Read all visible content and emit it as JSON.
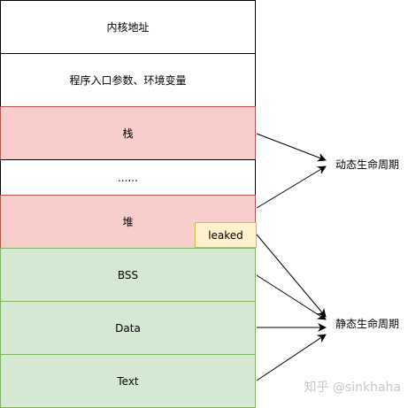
{
  "segments": [
    {
      "label": "内核地址",
      "style": "white"
    },
    {
      "label": "程序入口参数、环境变量",
      "style": "white"
    },
    {
      "label": "栈",
      "style": "red"
    },
    {
      "label": "......",
      "style": "white"
    },
    {
      "label": "堆",
      "style": "red"
    },
    {
      "label": "BSS",
      "style": "green"
    },
    {
      "label": "Data",
      "style": "green"
    },
    {
      "label": "Text",
      "style": "green"
    }
  ],
  "leaked_label": "leaked",
  "groups": {
    "dynamic": "动态生命周期",
    "static": "静态生命周期"
  },
  "watermark": "知乎 @sinkhaha",
  "colors": {
    "red_fill": "#f8cecc",
    "green_fill": "#d5e8d4",
    "leaked_fill": "#fff2cc"
  }
}
